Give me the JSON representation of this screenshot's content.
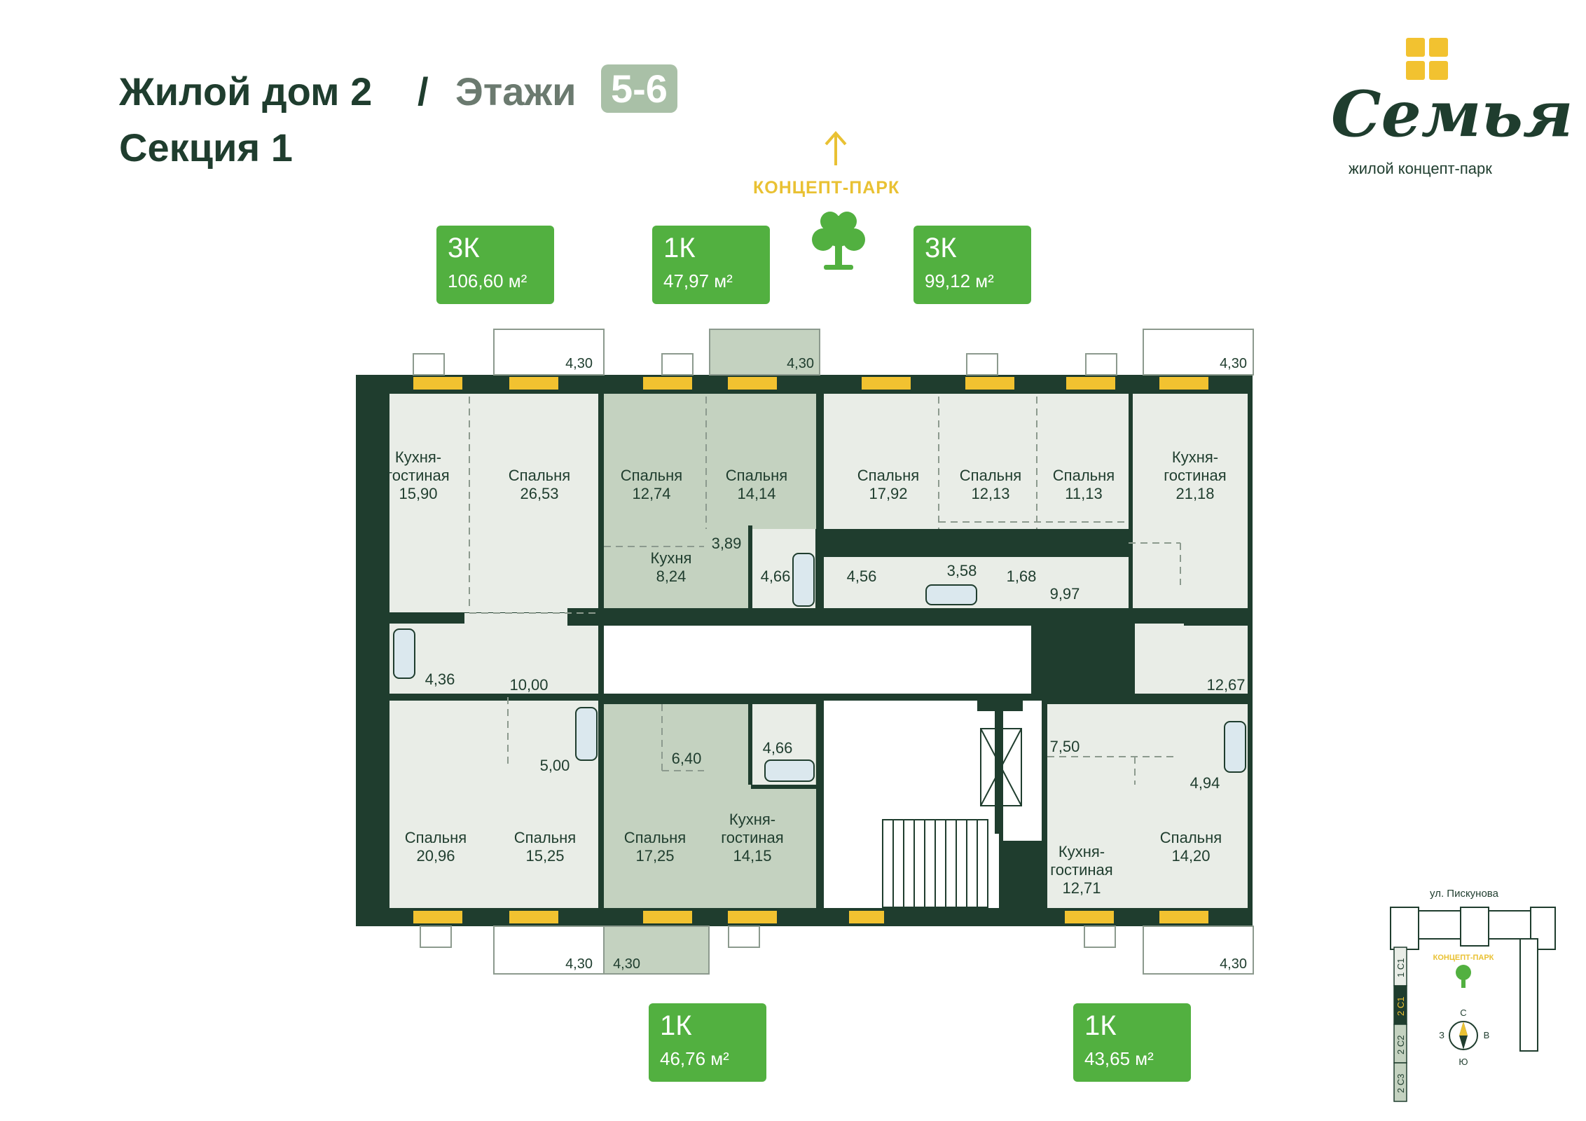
{
  "header": {
    "building": "Жилой дом 2",
    "slash": "/",
    "floors_label": "Этажи",
    "floors_value": "5-6",
    "section": "Секция 1"
  },
  "logo": {
    "subtitle": "жилой концепт-парк",
    "wordmark": "Семья"
  },
  "park_label": "КОНЦЕПТ-ПАРК",
  "apartments": [
    {
      "type": "3К",
      "area": "106,60 м²"
    },
    {
      "type": "1К",
      "area": "47,97 м²"
    },
    {
      "type": "3К",
      "area": "99,12 м²"
    },
    {
      "type": "1К",
      "area": "46,76 м²"
    },
    {
      "type": "1К",
      "area": "43,65 м²"
    }
  ],
  "rooms": {
    "r1": [
      "Кухня-",
      "гостиная",
      "15,90"
    ],
    "r2": [
      "Спальня",
      "26,53"
    ],
    "r3": [
      "Спальня",
      "12,74"
    ],
    "r4": [
      "Спальня",
      "14,14"
    ],
    "r5": [
      "Кухня",
      "8,24"
    ],
    "r6": [
      "Спальня",
      "17,92"
    ],
    "r7": [
      "Спальня",
      "12,13"
    ],
    "r8": [
      "Спальня",
      "11,13"
    ],
    "r9": [
      "Кухня-",
      "гостиная",
      "21,18"
    ],
    "r10": [
      "Спальня",
      "20,96"
    ],
    "r11": [
      "Спальня",
      "15,25"
    ],
    "r12": [
      "Спальня",
      "17,25"
    ],
    "r13": [
      "Кухня-",
      "гостиная",
      "14,15"
    ],
    "r14": [
      "Кухня-",
      "гостиная",
      "12,71"
    ],
    "r15": [
      "Спальня",
      "14,20"
    ]
  },
  "areas": {
    "a1": "3,89",
    "a2": "4,66",
    "a3": "4,56",
    "a4": "3,58",
    "a5": "1,68",
    "a6": "9,97",
    "a7": "4,36",
    "a8": "10,00",
    "a9": "12,67",
    "a10": "6,40",
    "a11": "4,66",
    "a12": "5,00",
    "a13": "7,50",
    "a14": "4,94"
  },
  "balconies": {
    "b1": "4,30",
    "b2": "4,30",
    "b3": "4,30",
    "b4": "4,30",
    "b5": "4,30",
    "b6": "4,30"
  },
  "minimap": {
    "street": "ул. Пискунова",
    "park": "КОНЦЕПТ-ПАРК",
    "sections": [
      "1 С1",
      "2 С1",
      "2 С2",
      "2 С3"
    ],
    "compass": {
      "n": "С",
      "s": "Ю",
      "w": "З",
      "e": "В"
    }
  },
  "colors": {
    "wall": "#1f3d2e",
    "room": "#e9ede7",
    "room_highlight": "#c4d2c0",
    "badge": "#52b040",
    "window": "#f2c230",
    "floors_badge": "#a9c0a7"
  }
}
